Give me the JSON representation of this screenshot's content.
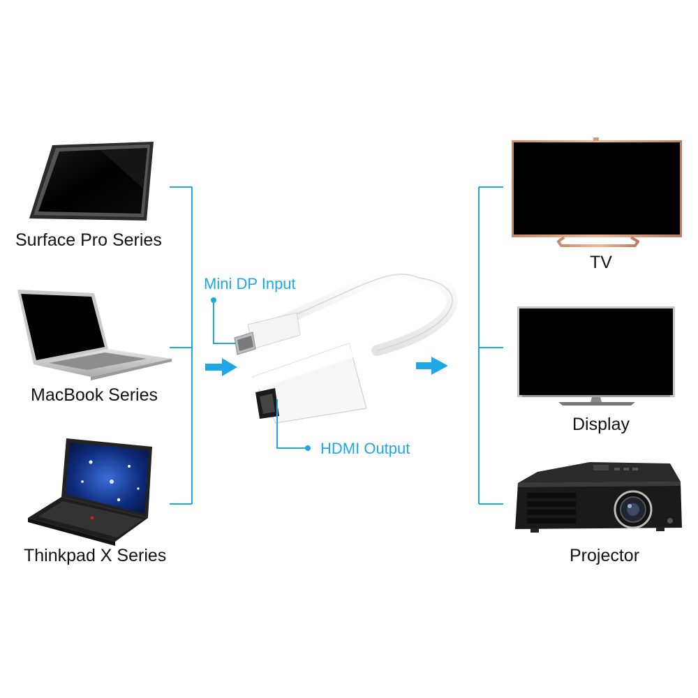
{
  "colors": {
    "accent": "#1ea7e4",
    "text": "#111111",
    "background": "#ffffff"
  },
  "sources": [
    {
      "label": "Surface Pro Series",
      "icon": "tablet-icon"
    },
    {
      "label": "MacBook Series",
      "icon": "macbook-icon"
    },
    {
      "label": "Thinkpad X Series",
      "icon": "thinkpad-icon"
    }
  ],
  "adapter": {
    "input_label": "Mini DP Input",
    "output_label": "HDMI Output",
    "icon": "mini-dp-to-hdmi-adapter-icon"
  },
  "outputs": [
    {
      "label": "TV",
      "icon": "tv-icon"
    },
    {
      "label": "Display",
      "icon": "monitor-icon"
    },
    {
      "label": "Projector",
      "icon": "projector-icon"
    }
  ]
}
